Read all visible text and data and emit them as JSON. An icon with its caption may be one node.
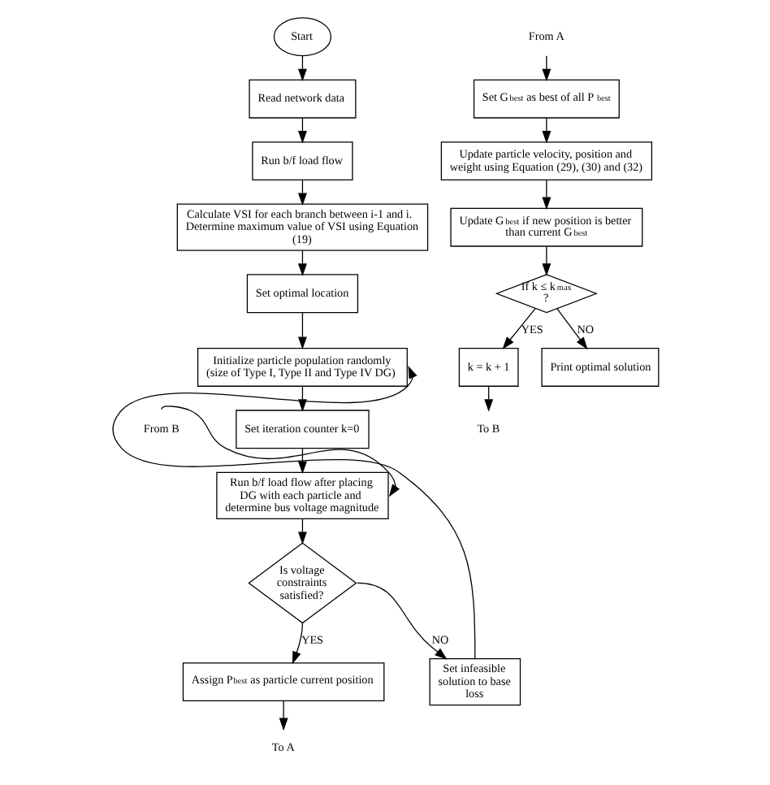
{
  "diagram": {
    "nodes": [
      {
        "text": [
          "Start"
        ]
      },
      {
        "text": [
          "Read network data"
        ]
      },
      {
        "text": [
          "Run b/f load flow"
        ]
      },
      {
        "text": [
          "Calculate VSI for each branch between i-1 and i. Determine maximum value of VSI using Equation (19)"
        ]
      },
      {
        "text": [
          "Set optimal location"
        ]
      },
      {
        "text": [
          "Initialize particle population randomly (size of Type I, Type II and Type IV DG)"
        ]
      },
      {
        "text": [
          "Set iteration counter k=0"
        ]
      },
      {
        "text": [
          "Run b/f load flow after placing DG with each particle and determine bus voltage magnitude"
        ]
      },
      {
        "text": [
          "Is voltage constraints satisfied?"
        ]
      },
      {
        "text": [
          "Set infeasible solution to base loss"
        ]
      },
      {
        "text": [
          "Assign P$_{best}$ as particle current position"
        ]
      },
      {
        "text": [
          "From A"
        ]
      },
      {
        "text": [
          "Set G$_{best}$ as best of all P$_{best}$"
        ]
      },
      {
        "text": [
          "Update particle velocity, position and weight using Equation (29), (30) and (32)"
        ]
      },
      {
        "text": [
          "Update G$_{best}$ if new position is better than current G$_{best}$"
        ]
      },
      {
        "text": [
          "If k ≤ k$_{max}$ ?"
        ]
      },
      {
        "text": [
          "k = k + 1"
        ]
      },
      {
        "text": [
          "Print optimal solution"
        ]
      },
      {
        "text": [
          "To A"
        ]
      },
      {
        "text": [
          "From B"
        ]
      },
      {
        "text": [
          "To B"
        ]
      }
    ],
    "edges": [
      {
        "from": 0,
        "to": 1,
        "arrow": "to"
      },
      {
        "from": 1,
        "to": 2,
        "arrow": "to"
      },
      {
        "from": 2,
        "to": 3,
        "arrow": "to"
      },
      {
        "from": 3,
        "to": 4,
        "arrow": "to"
      },
      {
        "from": 4,
        "to": 5,
        "arrow": "to"
      },
      {
        "from": 5,
        "to": 6,
        "arrow": "to"
      },
      {
        "from": 6,
        "to": 7,
        "arrow": "to"
      },
      {
        "from": 7,
        "to": 8,
        "arrow": "to"
      },
      {
        "from": 8,
        "to": 10,
        "arrow": "to",
        "label": "YES"
      },
      {
        "from": 8,
        "to": 9,
        "arrow": "to",
        "label": "NO"
      },
      {
        "from": 9,
        "to": 5,
        "arrow": "to"
      },
      {
        "from": 10,
        "to": 18,
        "arrow": "to"
      },
      {
        "from": 11,
        "to": 12,
        "arrow": "to"
      },
      {
        "from": 12,
        "to": 13,
        "arrow": "to"
      },
      {
        "from": 13,
        "to": 14,
        "arrow": "to"
      },
      {
        "from": 14,
        "to": 15,
        "arrow": "to"
      },
      {
        "from": 15,
        "to": 16,
        "arrow": "to",
        "label": "YES"
      },
      {
        "from": 15,
        "to": 17,
        "arrow": "to",
        "label": "NO"
      },
      {
        "from": 16,
        "to": 20,
        "arrow": "to"
      },
      {
        "from": 19,
        "to": 7,
        "arrow": "to"
      }
    ]
  }
}
